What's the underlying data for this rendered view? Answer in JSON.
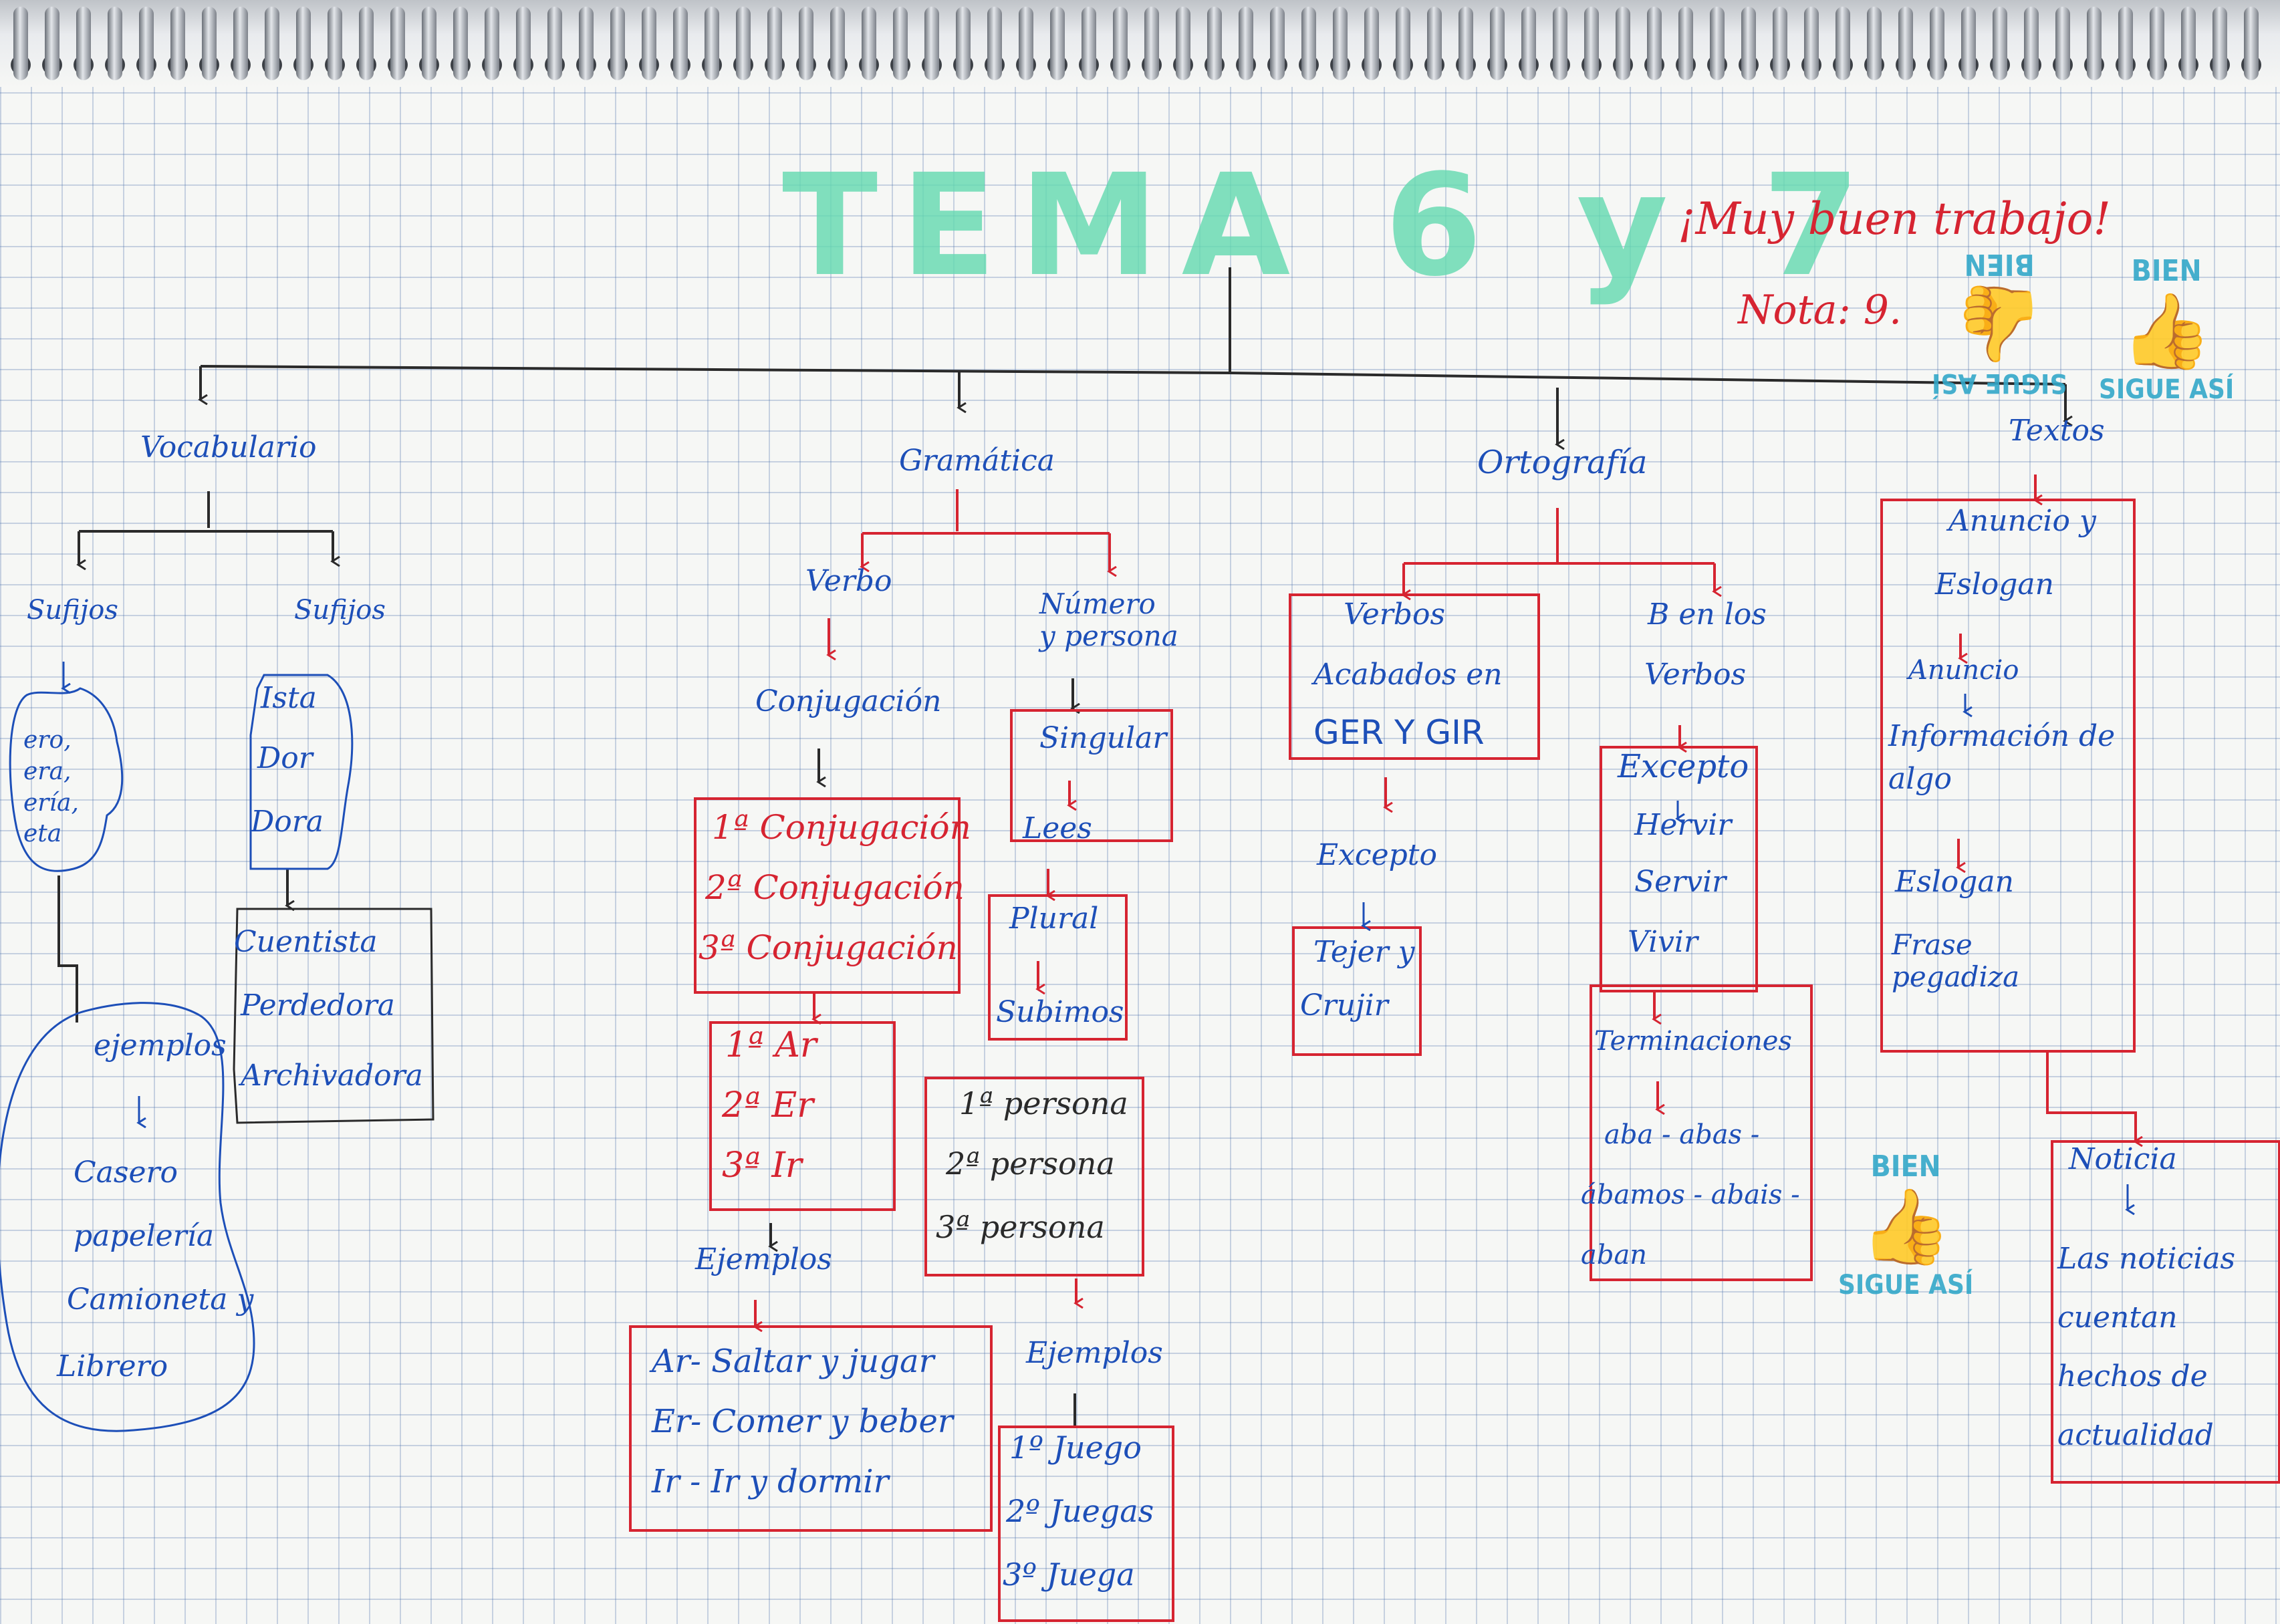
{
  "title": "TEMA 6 y 7",
  "teacher": {
    "comment": "¡Muy buen trabajo!",
    "grade": "Nota: 9."
  },
  "stamps": [
    {
      "top_word": "BIEN",
      "bottom_word": "SIGUE ASÍ"
    },
    {
      "top_word": "BIEN",
      "bottom_word": "SIGUE ASÍ"
    },
    {
      "top_word": "BIEN",
      "bottom_word": "SIGUE ASÍ"
    }
  ],
  "vocabulario": {
    "label": "Vocabulario",
    "sufijos_1": {
      "label": "Sufijos",
      "items": "ero, era, ería, eta"
    },
    "sufijos_2": {
      "label": "Sufijos",
      "items": [
        "Ista",
        "Dor",
        "Dora"
      ]
    },
    "words_2": [
      "Cuentista",
      "Perdedora",
      "Archivadora"
    ],
    "ejemplos_label": "ejemplos",
    "ejemplos": [
      "Casero",
      "papelería",
      "Camioneta y",
      "Librero"
    ]
  },
  "gramatica": {
    "label": "Gramática",
    "verbos": "Verbo",
    "conjugacion": "Conjugación",
    "conjugaciones": [
      "1ª Conjugación",
      "2ª Conjugación",
      "3ª Conjugación"
    ],
    "terminaciones": [
      "1ª Ar",
      "2ª Er",
      "3ª Ir"
    ],
    "ejemplos_label": "Ejemplos",
    "ejemplos": [
      "Ar- Saltar y jugar",
      "Er- Comer y beber",
      "Ir - Ir y dormir"
    ],
    "numero_persona": "Número y persona",
    "singular": "Singular",
    "lees": "Lees",
    "plural": "Plural",
    "subimos": "Subimos",
    "personas": [
      "1ª persona",
      "2ª persona",
      "3ª persona"
    ],
    "ejemplos2_label": "Ejemplos",
    "ejemplos2": [
      "1º Juego",
      "2º Juegas",
      "3º Juega"
    ]
  },
  "ortografia": {
    "label": "Ortografía",
    "verbos_box": [
      "Verbos",
      "Acabados en",
      "GER Y GIR"
    ],
    "excepto": "Excepto",
    "excepto_items": [
      "Tejer y",
      "Crujir"
    ],
    "b_verbos": [
      "B en los",
      "Verbos"
    ],
    "excepto2": "Excepto",
    "excepto2_items": [
      "Hervir",
      "Servir",
      "Vivir"
    ],
    "terminaciones_label": "Terminaciones",
    "terminaciones": [
      "aba - abas -",
      "ábamos - abais -",
      "aban"
    ]
  },
  "textos": {
    "label": "Textos",
    "anuncio_eslogan": [
      "Anuncio y",
      "Eslogan"
    ],
    "anuncio": "Anuncio",
    "anuncio_def": "Información de algo",
    "eslogan": "Eslogan",
    "eslogan_def": "Frase pegadiza",
    "noticia": "Noticia",
    "noticia_def": "Las noticias cuentan hechos de actualidad"
  },
  "colors": {
    "blue_ink": "#1d4fb8",
    "red_ink": "#d62431",
    "title_marker": "#63dab0",
    "stamp": "#33a8c9",
    "black_ink": "#2a2a2a"
  }
}
